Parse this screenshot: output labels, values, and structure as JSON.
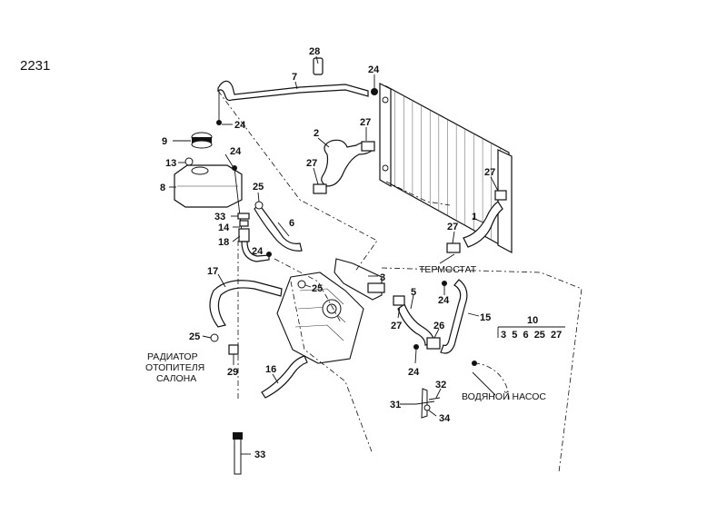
{
  "diagram_id": "2231",
  "part_labels": [
    "28",
    "7",
    "24",
    "24",
    "9",
    "24",
    "13",
    "8",
    "25",
    "33",
    "14",
    "18",
    "24",
    "2",
    "27",
    "27",
    "27",
    "1",
    "27",
    "6",
    "17",
    "25",
    "3",
    "5",
    "24",
    "15",
    "27",
    "26",
    "25",
    "29",
    "24",
    "16",
    "32",
    "31",
    "34",
    "33"
  ],
  "group": {
    "total": "10",
    "members": "3  5  6  25  27"
  },
  "callouts": {
    "thermostat": "ТЕРМОСТАТ",
    "heater_line1": "РАДИАТОР",
    "heater_line2": "ОТОПИТЕЛЯ",
    "heater_line3": "САЛОНА",
    "water_pump": "ВОДЯНОЙ НАСОС"
  }
}
